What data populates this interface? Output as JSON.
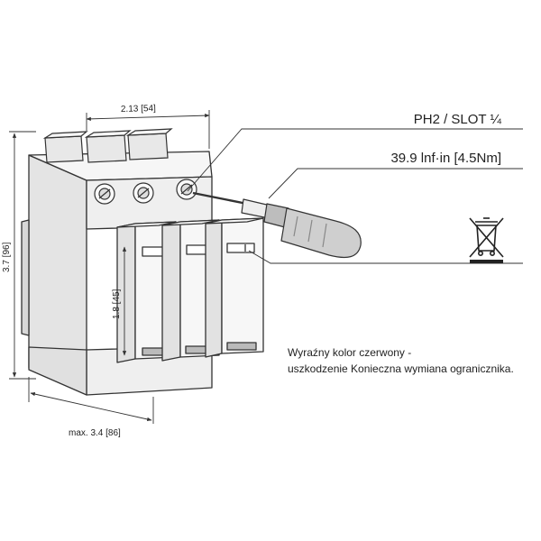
{
  "dimensions": {
    "width_top": "2.13 [54]",
    "height_total": "3.7 [96]",
    "height_module": "1.8 [45]",
    "depth": "max. 3.4 [86]"
  },
  "callouts": {
    "tool": "PH2 / SLOT ¼",
    "torque": "39.9 lnf·in [4.5Nm]"
  },
  "note": {
    "line1": "Wyraźny kolor czerwony -",
    "line2": "uszkodzenie Konieczna wymiana ogranicznika."
  },
  "icons": {
    "weee": "crossed-out-wheelie-bin-icon",
    "tool": "screwdriver-icon"
  }
}
